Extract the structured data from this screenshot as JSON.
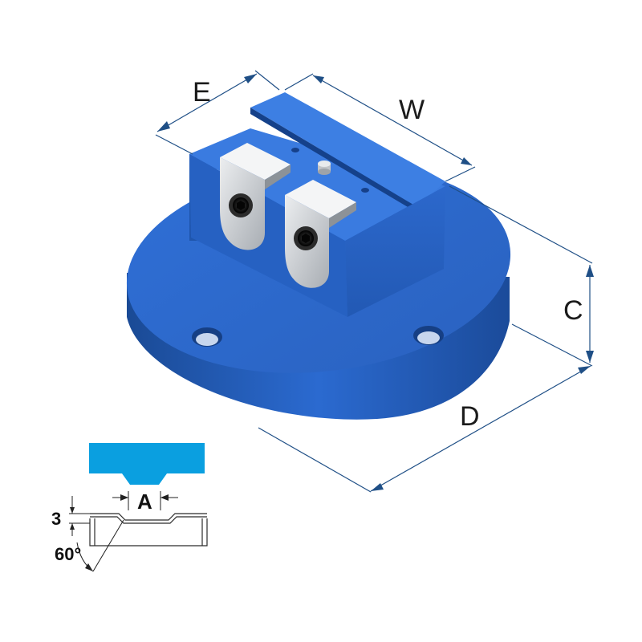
{
  "dimensions": {
    "E": "E",
    "W": "W",
    "C": "C",
    "D": "D"
  },
  "dovetail_detail": {
    "width_label": "A",
    "depth_label": "3",
    "angle_label": "60°"
  },
  "colors": {
    "body_blue": "#2a69c9",
    "body_dark": "#1d4f9e",
    "detail_cyan": "#0a9fe0",
    "dimension_line": "#1f4f86",
    "jaw_steel": "#c9ccd0"
  }
}
